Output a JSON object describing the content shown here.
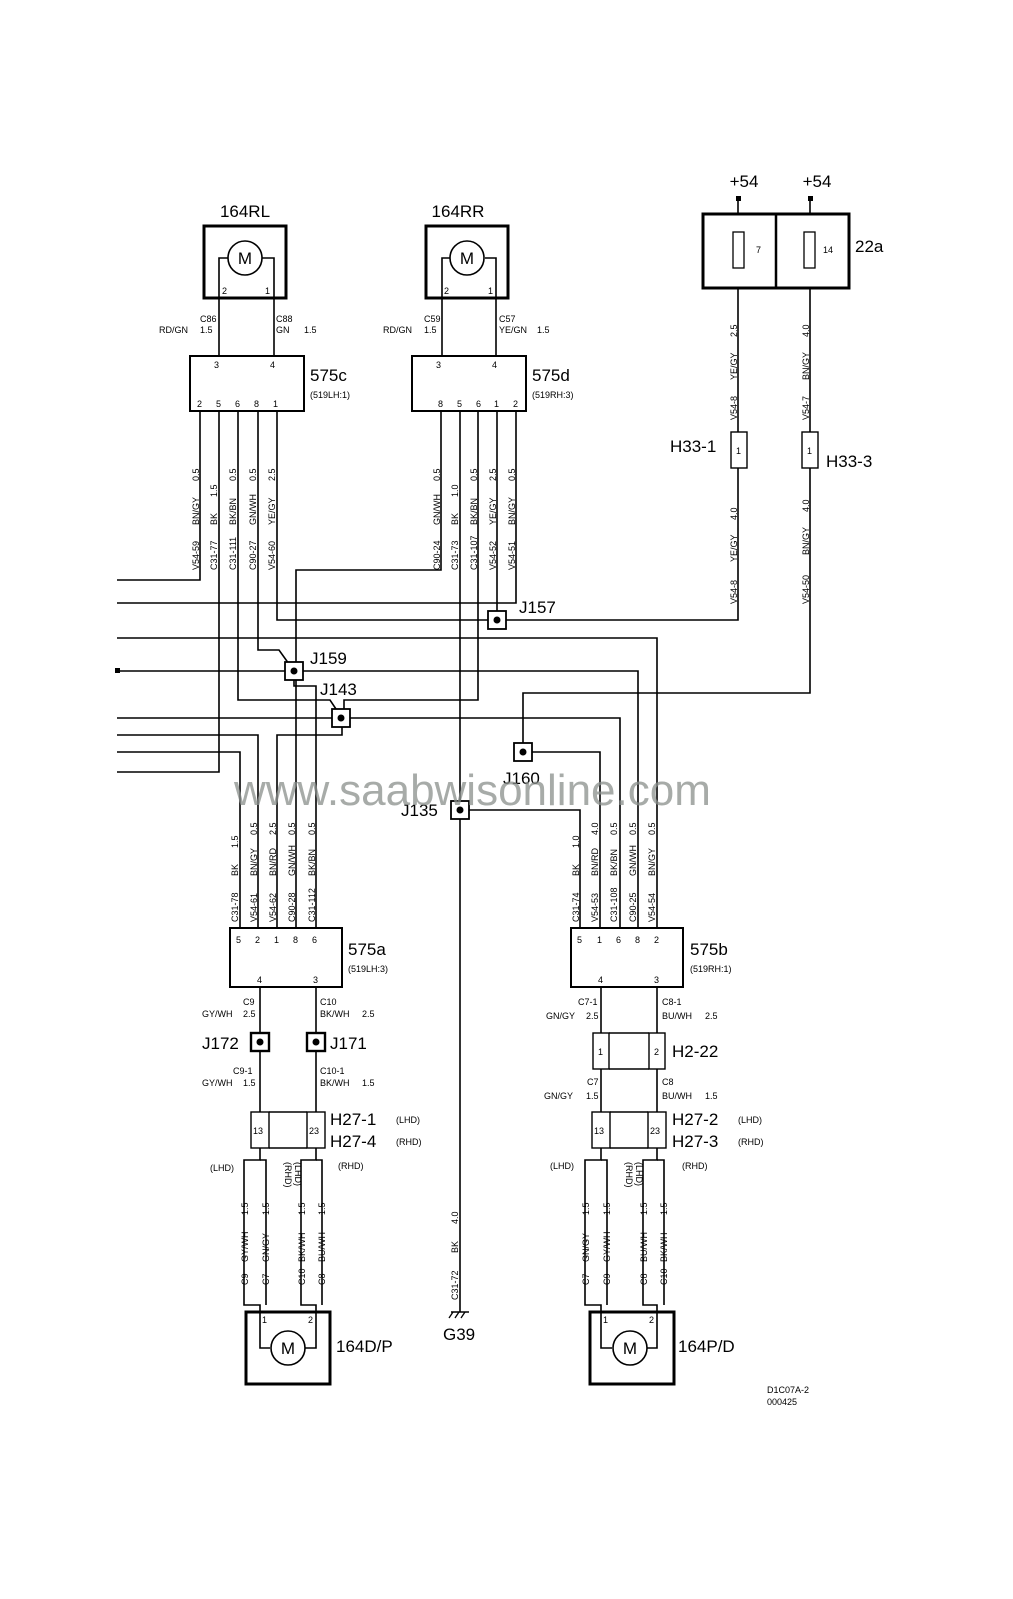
{
  "watermark": "www.saabwisonline.com",
  "ref_code": "D1C07A-2",
  "ref_date": "000425",
  "supply": [
    "+54",
    "+54"
  ],
  "fusebox": {
    "name": "22a",
    "fuse_a": "7",
    "fuse_b": "14"
  },
  "motors": {
    "rl": {
      "name": "164RL",
      "symbol": "M",
      "pin_a": "2",
      "pin_b": "1"
    },
    "rr": {
      "name": "164RR",
      "symbol": "M",
      "pin_a": "2",
      "pin_b": "1"
    },
    "dp": {
      "name": "164D/P",
      "symbol": "M",
      "pin_a": "1",
      "pin_b": "2"
    },
    "pd": {
      "name": "164P/D",
      "symbol": "M",
      "pin_a": "1",
      "pin_b": "2"
    }
  },
  "modules": {
    "m575c": {
      "name": "575c",
      "sub": "(519LH:1)",
      "top_pins": [
        "3",
        "4"
      ],
      "bottom_pins": [
        "2",
        "5",
        "6",
        "8",
        "1"
      ]
    },
    "m575d": {
      "name": "575d",
      "sub": "(519RH:3)",
      "top_pins": [
        "3",
        "4"
      ],
      "bottom_pins": [
        "8",
        "5",
        "6",
        "1",
        "2"
      ]
    },
    "m575a": {
      "name": "575a",
      "sub": "(519LH:3)",
      "top_pins": [
        "5",
        "2",
        "1",
        "8",
        "6"
      ],
      "bottom_pins": [
        "4",
        "3"
      ]
    },
    "m575b": {
      "name": "575b",
      "sub": "(519RH:1)",
      "top_pins": [
        "5",
        "1",
        "6",
        "8",
        "2"
      ],
      "bottom_pins": [
        "4",
        "3"
      ]
    }
  },
  "junctions": [
    "J157",
    "J159",
    "J143",
    "J160",
    "J135",
    "J172",
    "J171"
  ],
  "connectors": {
    "h33_1": {
      "name": "H33-1",
      "pin": "1"
    },
    "h33_3": {
      "name": "H33-3",
      "pin": "1"
    },
    "h2_22": {
      "name": "H2-22",
      "pins": [
        "1",
        "2"
      ]
    },
    "h27_left": {
      "name_a": "H27-1",
      "name_b": "H27-4",
      "tag_a": "(LHD)",
      "tag_b": "(RHD)",
      "pins": [
        "13",
        "23"
      ]
    },
    "h27_right": {
      "name_a": "H27-2",
      "name_b": "H27-3",
      "tag_a": "(LHD)",
      "tag_b": "(RHD)",
      "pins": [
        "13",
        "23"
      ]
    }
  },
  "ground": {
    "name": "G39",
    "wire": [
      "C31-72",
      "BK",
      "4.0"
    ]
  },
  "wires": {
    "rl_a": [
      "C86",
      "RD/GN",
      "1.5"
    ],
    "rl_b": [
      "C88",
      "GN",
      "1.5"
    ],
    "rr_a": [
      "C59",
      "RD/GN",
      "1.5"
    ],
    "rr_b": [
      "C57",
      "YE/GN",
      "1.5"
    ],
    "c_out": [
      [
        "V54-59",
        "BN/GY",
        "0.5"
      ],
      [
        "C31-77",
        "BK",
        "1.5"
      ],
      [
        "C31-111",
        "BK/BN",
        "0.5"
      ],
      [
        "C90-27",
        "GN/WH",
        "0.5"
      ],
      [
        "V54-60",
        "YE/GY",
        "2.5"
      ]
    ],
    "d_out": [
      [
        "C90-24",
        "GN/WH",
        "0.5"
      ],
      [
        "C31-73",
        "BK",
        "1.0"
      ],
      [
        "C31-107",
        "BK/BN",
        "0.5"
      ],
      [
        "V54-52",
        "YE/GY",
        "2.5"
      ],
      [
        "V54-51",
        "BN/GY",
        "0.5"
      ]
    ],
    "a_in": [
      [
        "C31-78",
        "BK",
        "1.5"
      ],
      [
        "V54-61",
        "BN/GY",
        "0.5"
      ],
      [
        "V54-62",
        "BN/RD",
        "2.5"
      ],
      [
        "C90-28",
        "GN/WH",
        "0.5"
      ],
      [
        "C31-112",
        "BK/BN",
        "0.5"
      ]
    ],
    "b_in": [
      [
        "C31-74",
        "BK",
        "1.0"
      ],
      [
        "V54-53",
        "BN/RD",
        "4.0"
      ],
      [
        "C31-108",
        "BK/BN",
        "0.5"
      ],
      [
        "C90-25",
        "GN/WH",
        "0.5"
      ],
      [
        "V54-54",
        "BN/GY",
        "0.5"
      ]
    ],
    "f7_top": [
      "V54-8",
      "YE/GY",
      "2.5"
    ],
    "f14_top": [
      "V54-7",
      "BN/GY",
      "4.0"
    ],
    "h33_1_low": [
      "V54-8",
      "YE/GY",
      "4.0"
    ],
    "h33_3_low": [
      "V54-50",
      "BN/GY",
      "4.0"
    ],
    "a4": [
      "C9",
      "GY/WH",
      "2.5"
    ],
    "a3": [
      "C10",
      "BK/WH",
      "2.5"
    ],
    "a4_low": [
      "C9-1",
      "GY/WH",
      "1.5"
    ],
    "a3_low": [
      "C10-1",
      "BK/WH",
      "1.5"
    ],
    "b4": [
      "C7-1",
      "GN/GY",
      "2.5"
    ],
    "b3": [
      "C8-1",
      "BU/WH",
      "2.5"
    ],
    "b4_low": [
      "C7",
      "GN/GY",
      "1.5"
    ],
    "b3_low": [
      "C8",
      "BU/WH",
      "1.5"
    ],
    "dp_wires": [
      [
        "C9",
        "GY/WH",
        "1.5"
      ],
      [
        "C7",
        "GN/GY",
        "1.5"
      ],
      [
        "C10",
        "BK/WH",
        "1.5"
      ],
      [
        "C8",
        "BU/WH",
        "1.5"
      ]
    ],
    "pd_wires": [
      [
        "C7",
        "GN/GY",
        "1.5"
      ],
      [
        "C9",
        "GY/WH",
        "1.5"
      ],
      [
        "C8",
        "BU/WH",
        "1.5"
      ],
      [
        "C10",
        "BK/WH",
        "1.5"
      ]
    ],
    "dp_tags": [
      "(LHD)",
      "(RHD)",
      "(LHD)",
      "(RHD)"
    ],
    "pd_tags": [
      "(LHD)",
      "(RHD)",
      "(LHD)",
      "(RHD)"
    ]
  }
}
